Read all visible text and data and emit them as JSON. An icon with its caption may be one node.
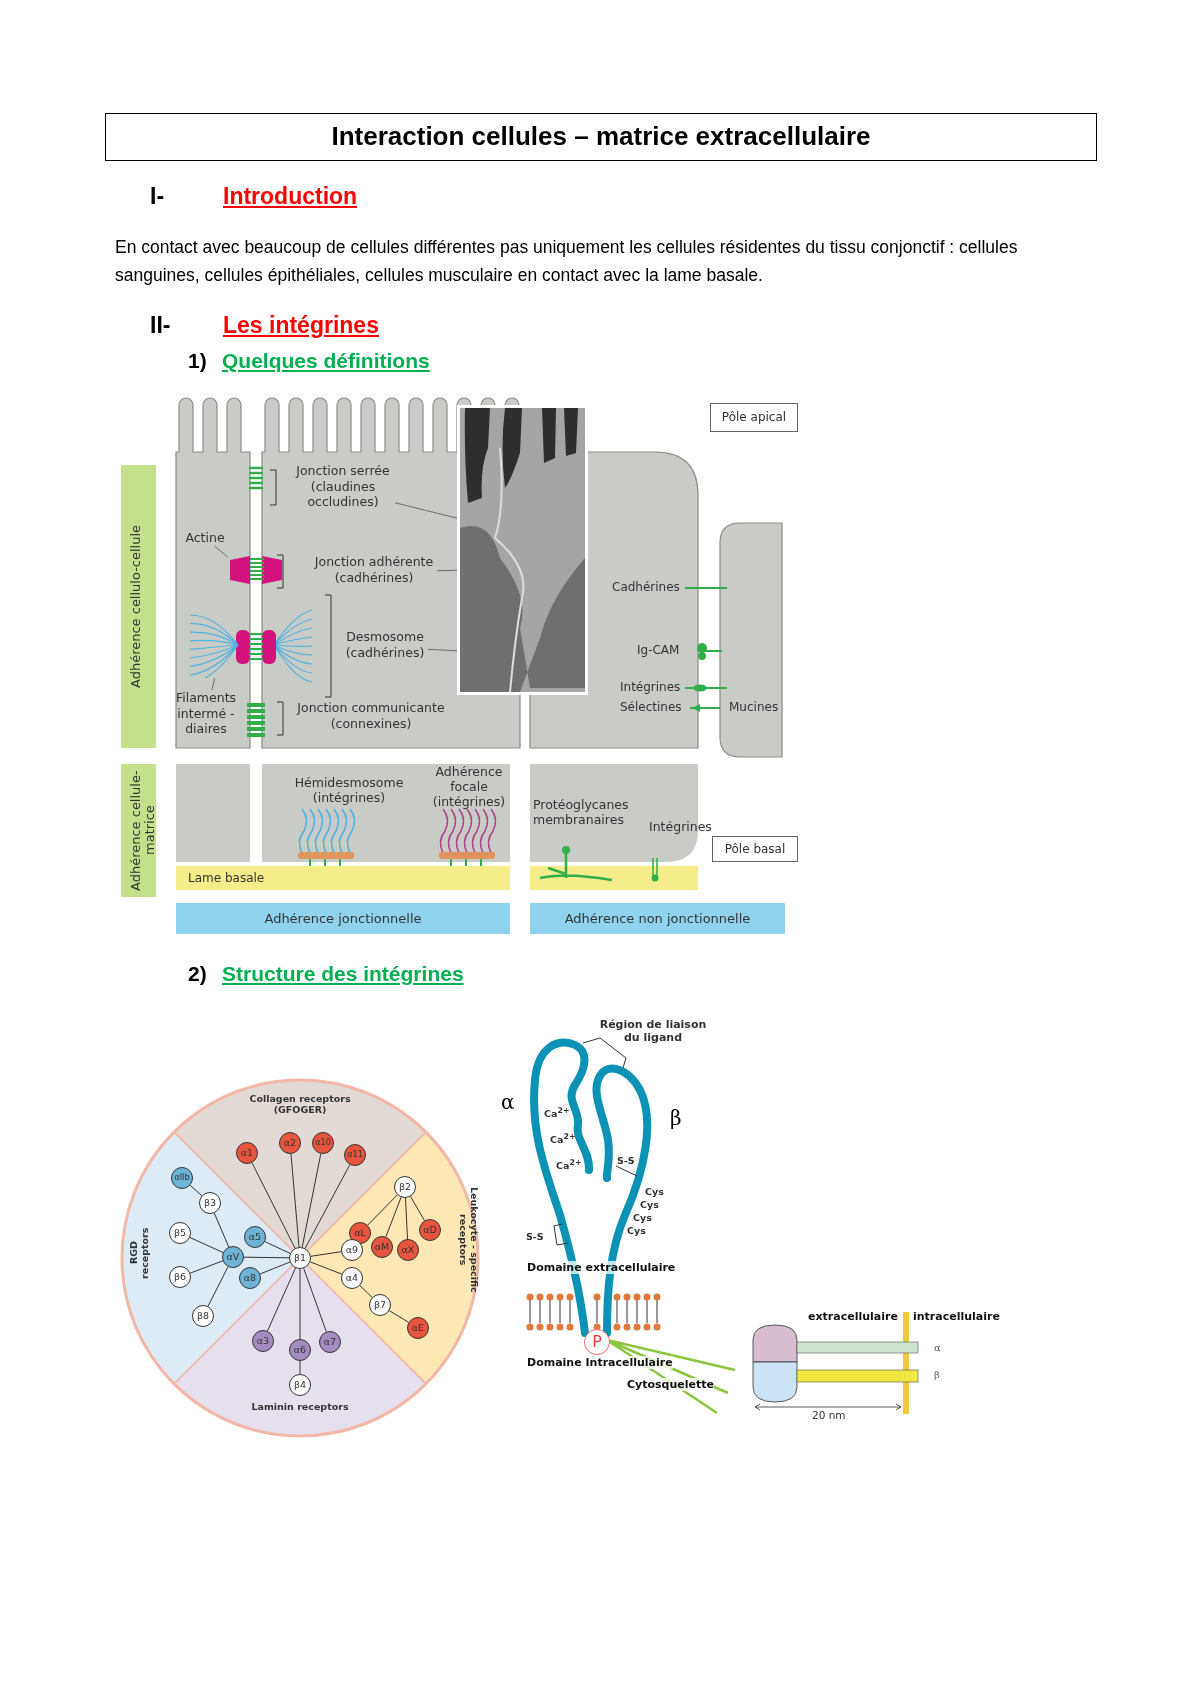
{
  "diagram": {
    "title": "Interaction cellules – matrice extracellulaire",
    "nodes": [
      {
        "text": [
          "Pôle apical"
        ]
      },
      {
        "text": [],
        "shape": "picture"
      },
      {
        "text": [
          "Jonction serrée (claudines occludines)"
        ]
      },
      {
        "text": [
          "Adhérence cellulo-cellule"
        ]
      },
      {
        "text": [
          "Actine"
        ]
      },
      {
        "text": [
          "Jonction adhérente (cadhérines)"
        ]
      },
      {
        "text": [
          "Desmosome (cadhérines)"
        ]
      },
      {
        "text": [
          "Filaments intermé -diaires"
        ]
      },
      {
        "text": [
          "Adhérence cellule-matrice"
        ]
      },
      {
        "text": [
          "Pôle basal"
        ]
      },
      {
        "text": [
          "Lame basale"
        ]
      },
      {
        "text": [
          "Adhérence jonctionnelle"
        ]
      },
      {
        "text": [
          "Adhérence non jonctionnelle"
        ]
      },
      {
        "text": [
          "Collagen receptors (GFOGER)"
        ]
      },
      {
        "text": [
          "α1"
        ],
        "in": 13
      },
      {
        "text": [
          "α2"
        ],
        "in": 13
      },
      {
        "text": [
          "α10"
        ],
        "in": 13
      },
      {
        "text": [
          "α11"
        ],
        "in": 13
      },
      {
        "text": [
          "RGD receptors"
        ]
      },
      {
        "text": [
          "αIIb"
        ],
        "in": 18
      },
      {
        "text": [
          "β3"
        ],
        "in": 18
      },
      {
        "text": [
          "β5"
        ],
        "in": 18
      },
      {
        "text": [
          "α5"
        ],
        "in": 18
      },
      {
        "text": [
          "αV"
        ],
        "in": 18
      },
      {
        "text": [
          "β6"
        ],
        "in": 18
      },
      {
        "text": [
          "α8"
        ],
        "in": 18
      },
      {
        "text": [
          "β8"
        ],
        "in": 18
      },
      {
        "text": [
          "Leukocyte - specific receptors"
        ]
      },
      {
        "text": [
          "β2"
        ],
        "in": 27
      },
      {
        "text": [
          "αL"
        ],
        "in": 27
      },
      {
        "text": [
          "αD"
        ],
        "in": 27
      },
      {
        "text": [
          "αM"
        ],
        "in": 27
      },
      {
        "text": [
          "αX"
        ],
        "in": 27
      },
      {
        "text": [
          "α9"
        ],
        "in": 27
      },
      {
        "text": [
          "α4"
        ],
        "in": 27
      },
      {
        "text": [
          "β7"
        ],
        "in": 27
      },
      {
        "text": [
          "αE"
        ],
        "in": 27
      },
      {
        "text": [
          "β1"
        ]
      },
      {
        "text": [
          "Laminin receptors"
        ]
      },
      {
        "text": [
          "α3"
        ],
        "in": 38
      },
      {
        "text": [
          "α6"
        ],
        "in": 38
      },
      {
        "text": [
          "α7"
        ],
        "in": 38
      },
      {
        "text": [
          "β4"
        ],
        "in": 38
      },
      {
        "text": [
          "P"
        ]
      },
      {
        "text": [],
        "shape": "picture"
      },
      {
        "text": [],
        "shape": "picture"
      }
    ],
    "edges": [
      {
        "from": 2,
        "to": 1,
        "arrow": "none"
      },
      {
        "from": 5,
        "to": 1,
        "arrow": "none"
      },
      {
        "from": 6,
        "to": 1,
        "arrow": "none"
      },
      {
        "from": 4,
        "to": 44,
        "arrow": "none"
      },
      {
        "from": 7,
        "to": 45,
        "arrow": "none"
      },
      {
        "from": 37,
        "to": 14,
        "arrow": "none"
      },
      {
        "from": 37,
        "to": 15,
        "arrow": "none"
      },
      {
        "from": 37,
        "to": 16,
        "arrow": "none"
      },
      {
        "from": 37,
        "to": 17,
        "arrow": "none"
      },
      {
        "from": 37,
        "to": 22,
        "arrow": "none"
      },
      {
        "from": 37,
        "to": 23,
        "arrow": "none"
      },
      {
        "from": 37,
        "to": 25,
        "arrow": "none"
      },
      {
        "from": 37,
        "to": 33,
        "arrow": "none"
      },
      {
        "from": 37,
        "to": 34,
        "arrow": "none"
      },
      {
        "from": 37,
        "to": 39,
        "arrow": "none"
      },
      {
        "from": 37,
        "to": 40,
        "arrow": "none"
      },
      {
        "from": 37,
        "to": 41,
        "arrow": "none"
      },
      {
        "from": 19,
        "to": 20,
        "arrow": "none"
      },
      {
        "from": 20,
        "to": 23,
        "arrow": "none"
      },
      {
        "from": 21,
        "to": 23,
        "arrow": "none"
      },
      {
        "from": 23,
        "to": 24,
        "arrow": "none"
      },
      {
        "from": 23,
        "to": 26,
        "arrow": "none"
      },
      {
        "from": 28,
        "to": 29,
        "arrow": "none"
      },
      {
        "from": 28,
        "to": 31,
        "arrow": "none"
      },
      {
        "from": 28,
        "to": 32,
        "arrow": "none"
      },
      {
        "from": 28,
        "to": 30,
        "arrow": "none"
      },
      {
        "from": 34,
        "to": 35,
        "arrow": "none"
      },
      {
        "from": 35,
        "to": 36,
        "arrow": "none"
      },
      {
        "from": 40,
        "to": 42,
        "arrow": "none"
      }
    ],
    "labels": [
      "I-",
      "Introduction",
      "En contact avec beaucoup de cellules différentes pas uniquement les cellules résidentes du tissu conjonctif : cellules sanguines, cellules épithéliales, cellules musculaire en contact avec la lame basale.",
      "II-",
      "Les intégrines",
      "1)",
      "Quelques définitions",
      "Jonction communicante (connexines)",
      "Cadhérines",
      "Ig-CAM",
      "Intégrines",
      "Sélectines",
      "Mucines",
      "Hémidesmosome (intégrines)",
      "Adhérence focale (intégrines)",
      "Protéoglycanes membranaires",
      "Intégrines",
      "2)",
      "Structure des intégrines",
      "Région de liaison du ligand",
      "α",
      "β",
      "Ca$^{2+}$",
      "Ca$^{2+}$",
      "Ca$^{2+}$",
      "S-S",
      "Cys",
      "Cys",
      "Cys",
      "Cys",
      "S-S",
      "Domaine extracellulaire",
      "Domaine Intracellulaire",
      "Cytosquelette",
      "extracellulaire",
      "intracellulaire",
      "α",
      "β",
      "20 nm"
    ]
  }
}
